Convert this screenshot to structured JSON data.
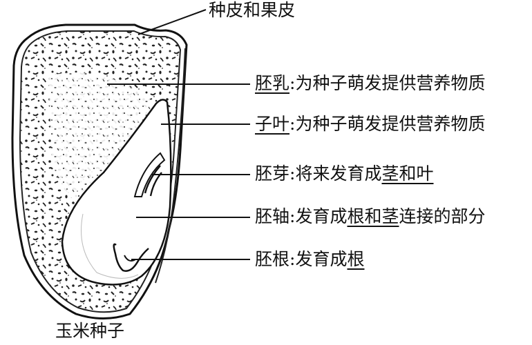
{
  "title": "玉米种子",
  "callouts": {
    "pericarp": {
      "text": "种皮和果皮"
    },
    "endosperm": {
      "term": "胚乳",
      "sep": ":",
      "desc": "为种子萌发提供营养物质"
    },
    "cotyledon": {
      "term": "子叶",
      "sep": ":",
      "desc": "为种子萌发提供营养物质"
    },
    "plumule": {
      "term": "胚芽",
      "sep": ":",
      "desc_plain": "将来发育成",
      "desc_ul": "茎和叶"
    },
    "hypocotyl": {
      "term": "胚轴",
      "sep": ":",
      "desc_plain": "发育成",
      "desc_ul": "根和茎",
      "desc_tail": "连接的部分"
    },
    "radicle": {
      "term": "胚根",
      "sep": ":",
      "desc_plain": "发育成",
      "desc_ul": "根"
    }
  },
  "colors": {
    "ink": "#111111",
    "background": "#ffffff"
  }
}
